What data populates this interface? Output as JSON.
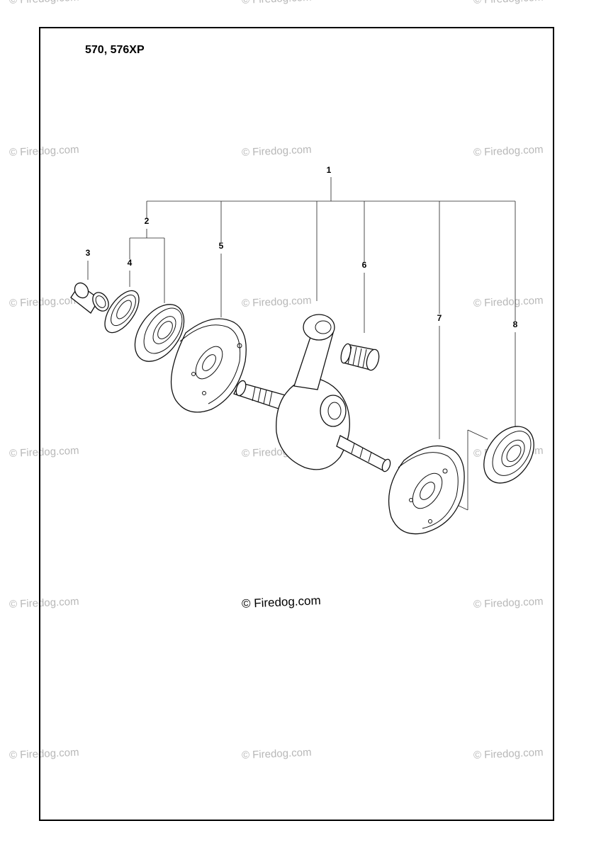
{
  "title": "570, 576XP",
  "watermark_text": "© Firedog.com",
  "watermarks": [
    "© Firedog.com",
    "© Firedog.com",
    "© Firedog.com",
    "© Firedog.com",
    "© Firedog.com",
    "© Firedog.com",
    "© Firedog.com",
    "© Firedog.com",
    "© Firedog.com",
    "© Firedog.com",
    "© Firedog.com",
    "© Firedog.com",
    "© Firedog.com",
    "© Firedog.com",
    "© Firedog.com",
    "© Firedog.com",
    "© Firedog.com",
    "© Firedog.com"
  ],
  "copyright": "© Firedog.com",
  "callouts": {
    "c1": "1",
    "c2": "2",
    "c3": "3",
    "c4": "4",
    "c5": "5",
    "c6": "6",
    "c7": "7",
    "c8": "8"
  }
}
